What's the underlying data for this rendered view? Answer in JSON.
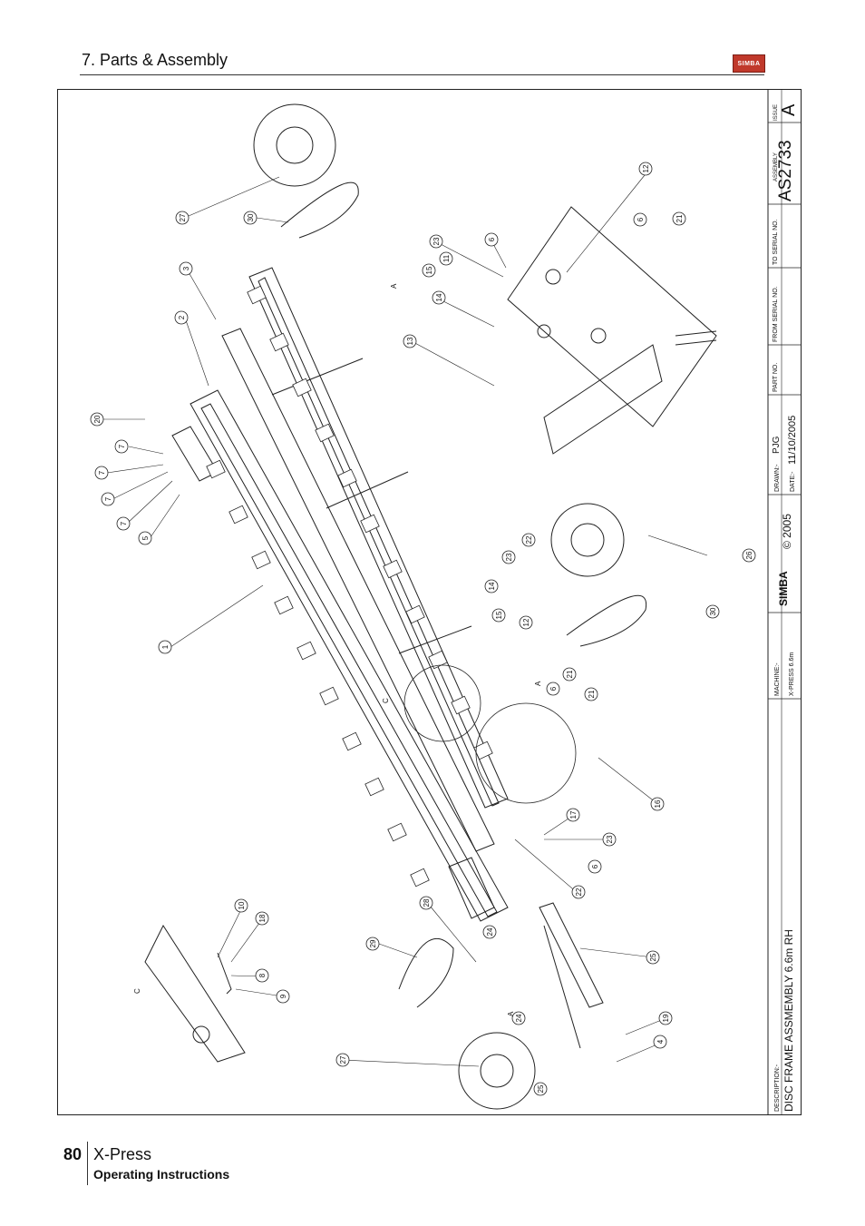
{
  "header": {
    "section_title": "7. Parts & Assembly",
    "logo_text": "SIMBA"
  },
  "drawing": {
    "detail_labels": [
      "A",
      "A",
      "A",
      "C",
      "C"
    ],
    "callouts": [
      "27",
      "30",
      "3",
      "2",
      "20",
      "7",
      "7",
      "7",
      "7",
      "5",
      "1",
      "23",
      "6",
      "15",
      "11",
      "14",
      "13",
      "12",
      "6",
      "21",
      "26",
      "30",
      "22",
      "23",
      "14",
      "15",
      "12",
      "21",
      "6",
      "21",
      "16",
      "17",
      "23",
      "6",
      "22",
      "28",
      "24",
      "29",
      "25",
      "10",
      "18",
      "8",
      "9",
      "27",
      "24",
      "25",
      "19",
      "4"
    ]
  },
  "title_block": {
    "issue_label": "ISSUE",
    "issue_value": "A",
    "assembly_label": "ASSEMBLY",
    "assembly_value": "AS2733",
    "to_serial_label": "TO SERIAL NO.",
    "from_serial_label": "FROM SERIAL NO.",
    "part_no_label": "PART NO.",
    "drawn_label": "DRAWN:-",
    "drawn_value": "PJG",
    "date_label": "DATE:-",
    "date_value": "11/10/2005",
    "brand": "SIMBA",
    "copyright": "© 2005",
    "machine_label": "MACHINE:-",
    "machine_value": "X-PRESS 6.6m",
    "description_label": "DESCRIPTION:-",
    "description_value": "DISC FRAME ASSMEMBLY 6.6m RH"
  },
  "footer": {
    "page_number": "80",
    "product": "X-Press",
    "doc_type": "Operating Instructions"
  }
}
